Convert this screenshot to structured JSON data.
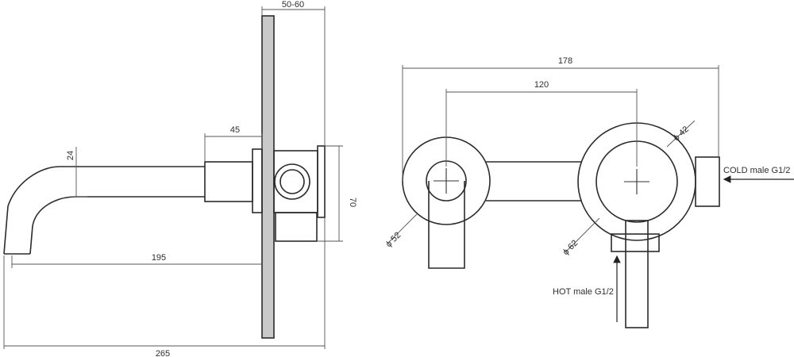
{
  "side_view": {
    "dim_wall_thickness": "50-60",
    "dim_body_depth": "45",
    "dim_spout_height": "24",
    "dim_body_height": "70",
    "dim_spout_length": "195",
    "dim_total_length": "265"
  },
  "front_view": {
    "dim_total_width": "178",
    "dim_center_distance": "120",
    "dim_diameter_42": "ϕ 42",
    "dim_diameter_52": "ϕ 52",
    "dim_diameter_62": "ϕ 62",
    "label_cold": "COLD male G1/2",
    "label_hot": "HOT male G1/2"
  },
  "colors": {
    "wall_fill": "#c9c9c9",
    "line": "#2b2b2b"
  }
}
